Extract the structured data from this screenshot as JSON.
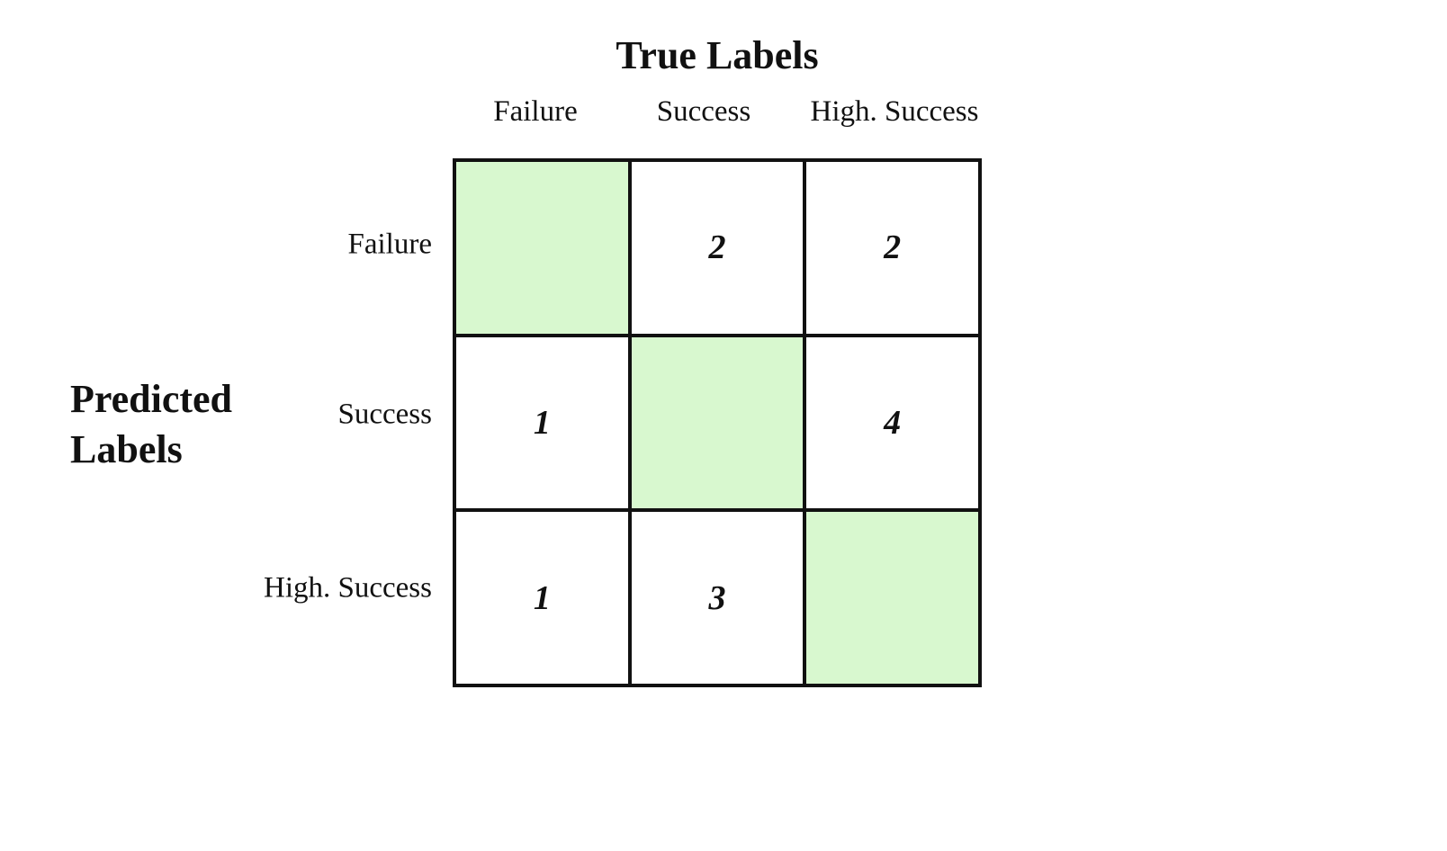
{
  "chart_data": {
    "type": "heatmap",
    "title": "True Labels",
    "xlabel": "True Labels",
    "ylabel": "Predicted Labels",
    "x_categories": [
      "Failure",
      "Success",
      "High. Success"
    ],
    "y_categories": [
      "Failure",
      "Success",
      "High. Success"
    ],
    "values": [
      [
        "",
        "2",
        "2"
      ],
      [
        "1",
        "",
        "4"
      ],
      [
        "1",
        "3",
        ""
      ]
    ],
    "highlight_color": "#d8f8cf",
    "highlight": "diagonal"
  }
}
